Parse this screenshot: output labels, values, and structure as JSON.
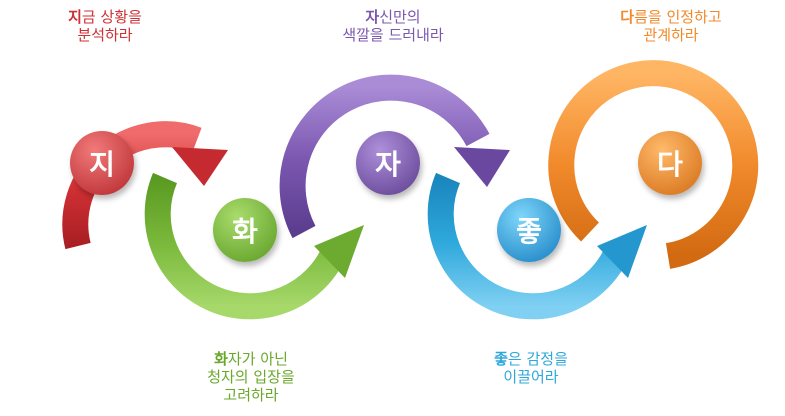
{
  "steps": [
    {
      "key": "ji",
      "badge": "지",
      "caption_lead": "지",
      "caption_line1_rest": "금 상황을",
      "caption_line2": "분석하라",
      "caption_line3": "",
      "color": "#d43a3e"
    },
    {
      "key": "hwa",
      "badge": "화",
      "caption_lead": "화",
      "caption_line1_rest": "자가 아닌",
      "caption_line2": "청자의 입장을",
      "caption_line3": "고려하라",
      "color": "#78b83a"
    },
    {
      "key": "ja",
      "badge": "자",
      "caption_lead": "자",
      "caption_line1_rest": "신만의",
      "caption_line2": "색깔을 드러내라",
      "caption_line3": "",
      "color": "#7b57b0"
    },
    {
      "key": "jong",
      "badge": "좋",
      "caption_lead": "좋",
      "caption_line1_rest": "은 감정을",
      "caption_line2": "이끌어라",
      "caption_line3": "",
      "color": "#2ea8dc"
    },
    {
      "key": "da",
      "badge": "다",
      "caption_lead": "다",
      "caption_line1_rest": "름을 인정하고",
      "caption_line2": "관계하라",
      "caption_line3": "",
      "color": "#f18a2b"
    }
  ]
}
